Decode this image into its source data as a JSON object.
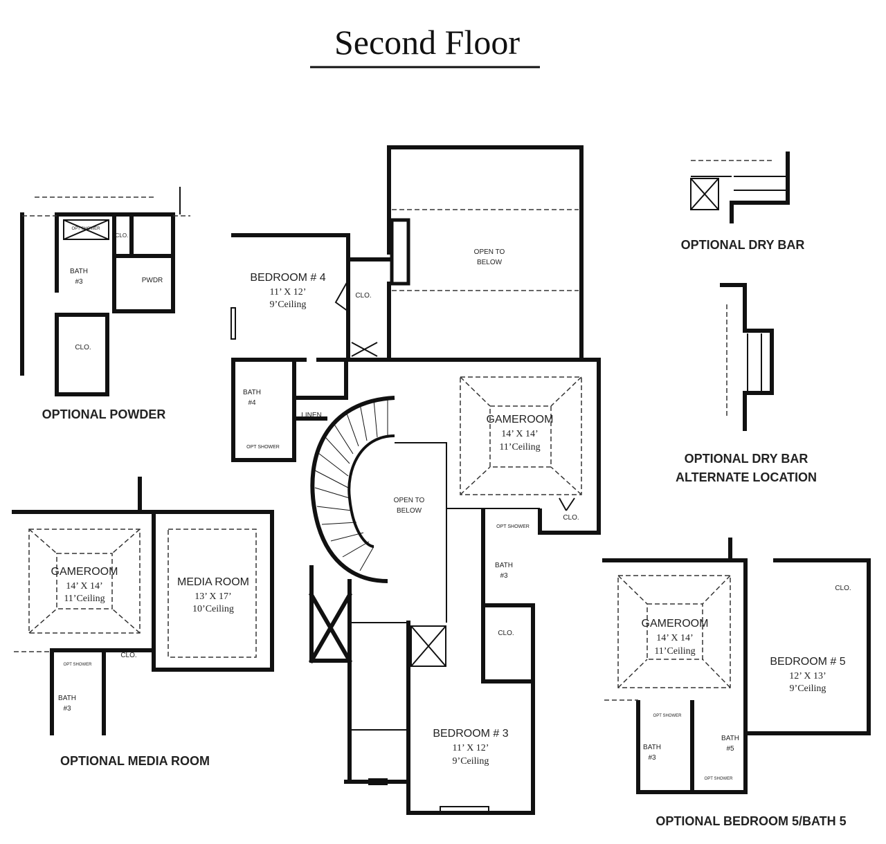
{
  "title": "Second Floor",
  "main_plan": {
    "open_to_below_upper": [
      "OPEN TO",
      "BELOW"
    ],
    "open_to_below_stair": [
      "OPEN TO",
      "BELOW"
    ],
    "bedroom4": {
      "name": "BEDROOM # 4",
      "size": "11’ X 12’",
      "ceiling": "9’Ceiling"
    },
    "closet_b4": "CLO.",
    "bath4": [
      "BATH",
      "#4"
    ],
    "linen": "LINEN",
    "opt_shower": "OPT SHOWER",
    "gameroom": {
      "name": "GAMEROOM",
      "size": "14’ X 14’",
      "ceiling": "11’Ceiling"
    },
    "closet_game": "CLO.",
    "bath3": [
      "BATH",
      "#3"
    ],
    "closet_b3": "CLO.",
    "bedroom3": {
      "name": "BEDROOM # 3",
      "size": "11’ X 12’",
      "ceiling": "9’Ceiling"
    }
  },
  "optional_powder": {
    "caption": "OPTIONAL POWDER",
    "bath3": [
      "BATH",
      "#3"
    ],
    "pwdr": "PWDR",
    "closet": "CLO.",
    "closet_small": "CLO.",
    "opt_shower": "OPT SHOWER"
  },
  "optional_media_room": {
    "caption": "OPTIONAL MEDIA ROOM",
    "gameroom": {
      "name": "GAMEROOM",
      "size": "14’ X 14’",
      "ceiling": "11’Ceiling"
    },
    "media": {
      "name": "MEDIA ROOM",
      "size": "13’ X 17’",
      "ceiling": "10’Ceiling"
    },
    "closet": "CLO.",
    "bath3": [
      "BATH",
      "#3"
    ],
    "opt_shower": "OPT SHOWER"
  },
  "optional_dry_bar": {
    "caption": "OPTIONAL DRY BAR"
  },
  "optional_dry_bar_alt": {
    "caption": [
      "OPTIONAL DRY BAR",
      "ALTERNATE LOCATION"
    ]
  },
  "optional_bedroom5": {
    "caption": "OPTIONAL BEDROOM 5/BATH 5",
    "gameroom": {
      "name": "GAMEROOM",
      "size": "14’ X 14’",
      "ceiling": "11’Ceiling"
    },
    "bedroom5": {
      "name": "BEDROOM # 5",
      "size": "12’ X 13’",
      "ceiling": "9’Ceiling"
    },
    "closet": "CLO.",
    "bath3": [
      "BATH",
      "#3"
    ],
    "bath5": [
      "BATH",
      "#5"
    ],
    "opt_shower": "OPT SHOWER"
  }
}
